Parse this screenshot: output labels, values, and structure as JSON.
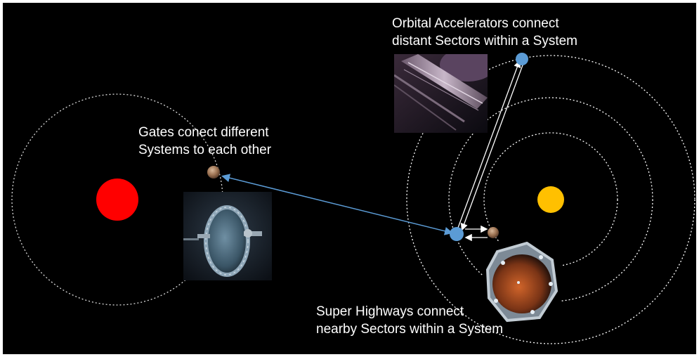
{
  "captions": {
    "gates": [
      "Gates conect  different",
      "Systems to each other"
    ],
    "orbital": [
      "Orbital Accelerators connect",
      "distant Sectors within a System"
    ],
    "highway": [
      "Super Highways connect",
      "nearby Sectors within a System"
    ]
  },
  "colors": {
    "background": "#000000",
    "red_star": "#ff0000",
    "yellow_star": "#ffc000",
    "sector_node": "#5b9bd5",
    "gate_link": "#5b9bd5",
    "orbit": "#d9d9d9",
    "planet": "#a0785a"
  },
  "images": [
    "jump-gate-image",
    "orbital-accelerator-image",
    "super-highway-image"
  ]
}
